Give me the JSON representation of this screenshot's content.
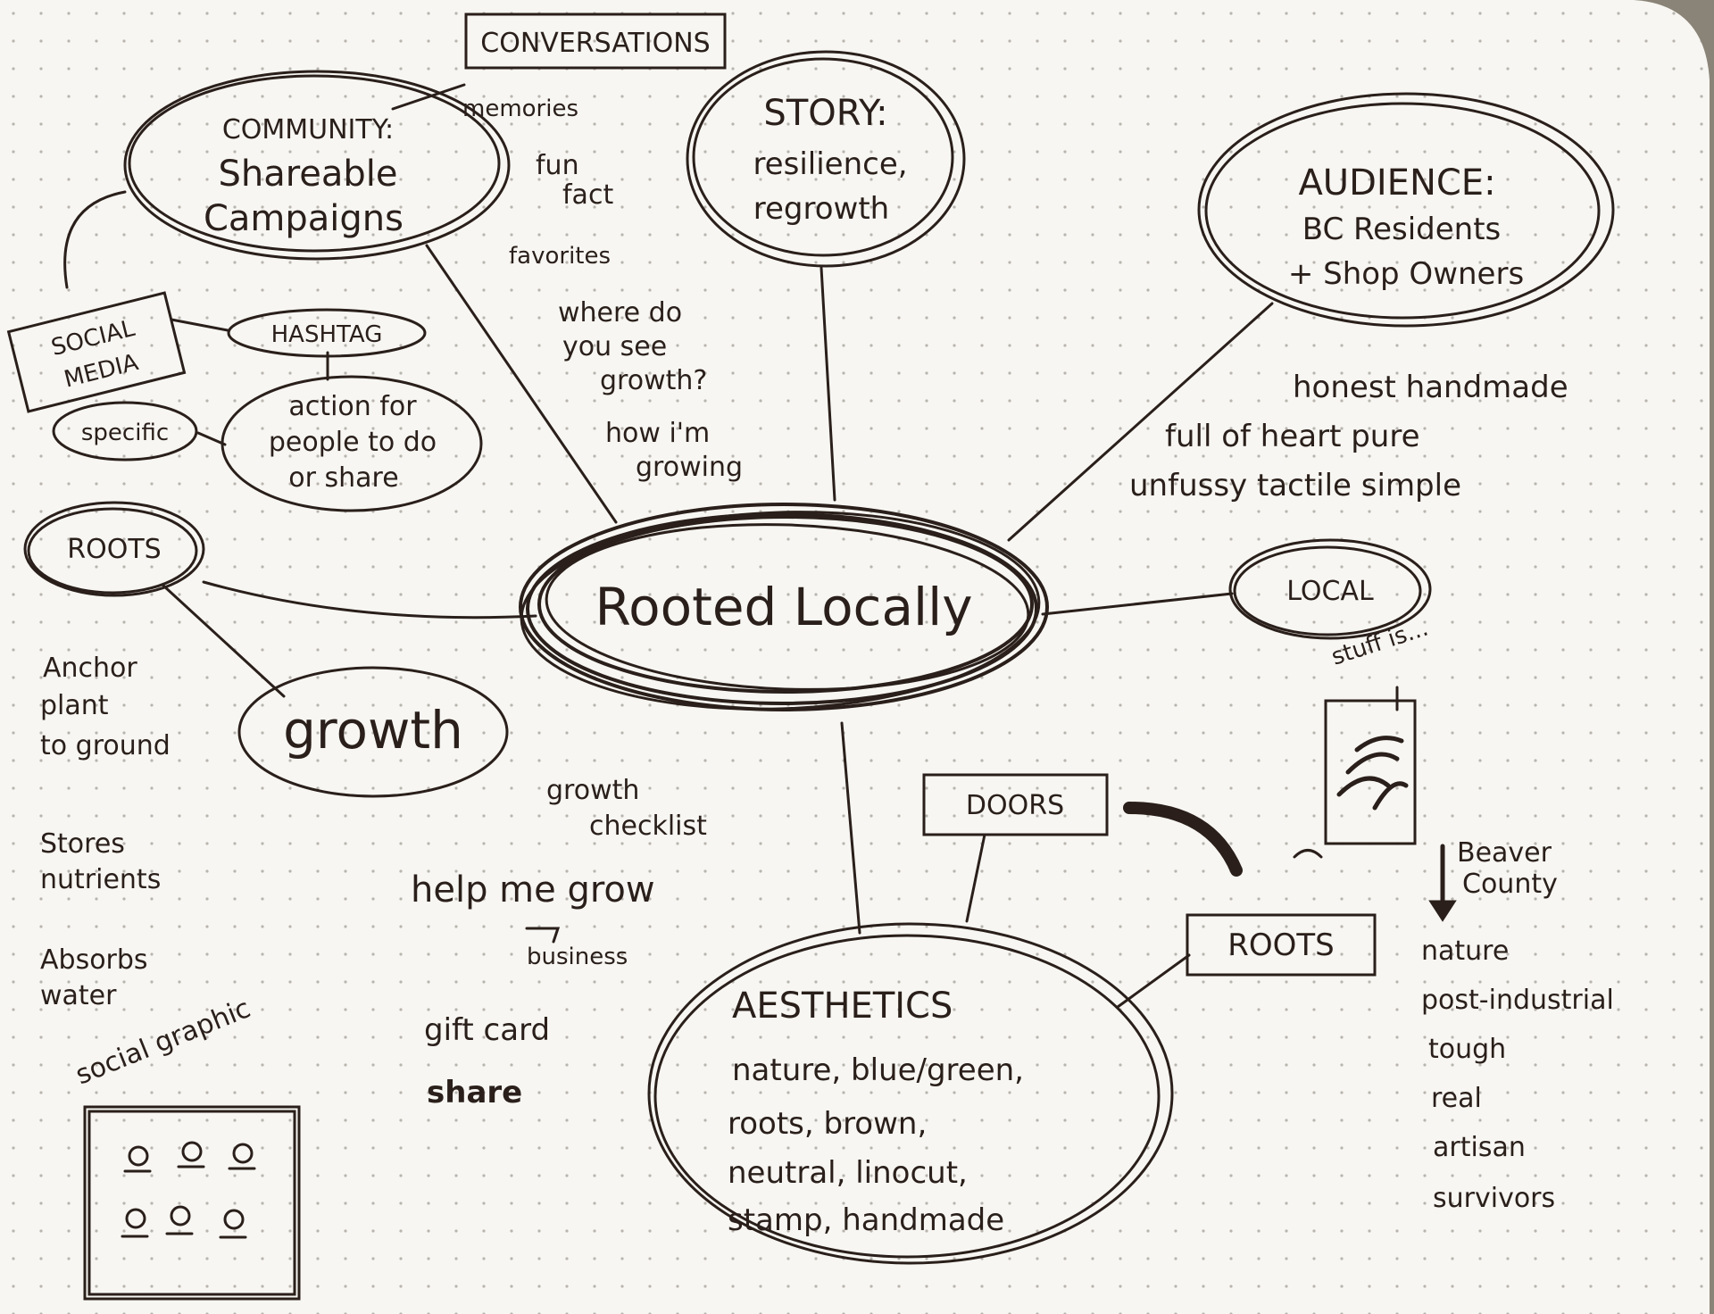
{
  "center": "Rooted Locally",
  "conversations": "CONVERSATIONS",
  "community": {
    "title": "COMMUNITY:",
    "line1": "Shareable",
    "line2": "Campaigns"
  },
  "story": {
    "title": "STORY:",
    "line1": "resilience,",
    "line2": "regrowth"
  },
  "audience": {
    "title": "AUDIENCE:",
    "line1": "BC Residents",
    "line2": "+ Shop Owners"
  },
  "social_media": {
    "line1": "SOCIAL",
    "line2": "MEDIA"
  },
  "hashtag": "HASHTAG",
  "specific": "specific",
  "action": {
    "line1": "action for",
    "line2": "people to do",
    "line3": "or share"
  },
  "notes_middle": {
    "memories": "memories",
    "fun": "fun",
    "fact": "fact",
    "favorites": "favorites",
    "where1": "where do",
    "where2": "you see",
    "where3": "growth?",
    "how1": "how i'm",
    "how2": "growing"
  },
  "qualities": {
    "line1": "honest   handmade",
    "line2": "full  of  heart  pure",
    "line3": "unfussy  tactile  simple"
  },
  "roots_left": "ROOTS",
  "growth": "growth",
  "left_notes": {
    "anchor1": "Anchor",
    "anchor2": "plant",
    "anchor3": "to ground",
    "stores1": "Stores",
    "stores2": "nutrients",
    "absorbs1": "Absorbs",
    "absorbs2": "water",
    "social_graphic": "social graphic"
  },
  "local": "LOCAL",
  "stuff": "stuff is...",
  "beaver": {
    "line1": "Beaver",
    "line2": "County"
  },
  "beaver_list": [
    "nature",
    "post-industrial",
    "tough",
    "real",
    "artisan",
    "survivors"
  ],
  "doors": "DOORS",
  "roots_right": "ROOTS",
  "growth_checklist": {
    "line1": "growth",
    "line2": "checklist"
  },
  "help": {
    "line1": "help me grow",
    "line2": "business"
  },
  "gift": {
    "line1": "gift card",
    "line2": "share"
  },
  "aesthetics": {
    "title": "AESTHETICS",
    "line1": "nature, blue/green,",
    "line2": "roots, brown,",
    "line3": "neutral, linocut,",
    "line4": "stamp, handmade"
  }
}
